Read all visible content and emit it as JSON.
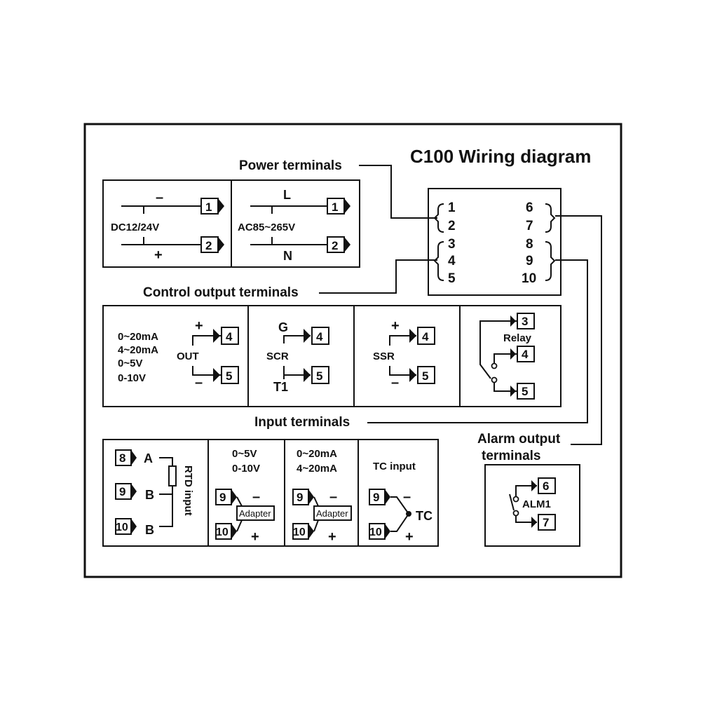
{
  "title": "C100 Wiring diagram",
  "callouts": {
    "power": "Power terminals",
    "control": "Control output terminals",
    "input": "Input terminals",
    "alarm_line1": "Alarm output",
    "alarm_line2": "terminals"
  },
  "summary": {
    "left": [
      "1",
      "2",
      "3",
      "4",
      "5"
    ],
    "right": [
      "6",
      "7",
      "8",
      "9",
      "10"
    ]
  },
  "power": {
    "dc": {
      "minus": "–",
      "plus": "+",
      "label": "DC12/24V",
      "t1": "1",
      "t2": "2"
    },
    "ac": {
      "top": "L",
      "bottom": "N",
      "label": "AC85~265V",
      "t1": "1",
      "t2": "2"
    }
  },
  "control": {
    "out": {
      "ranges": [
        "0~20mA",
        "4~20mA",
        "0~5V",
        "0-10V"
      ],
      "label": "OUT",
      "plus": "+",
      "minus": "–",
      "t1": "4",
      "t2": "5"
    },
    "scr": {
      "g": "G",
      "label": "SCR",
      "t1_label": "T1",
      "t1": "4",
      "t2": "5"
    },
    "ssr": {
      "label": "SSR",
      "plus": "+",
      "minus": "–",
      "t1": "4",
      "t2": "5"
    },
    "relay": {
      "label": "Relay",
      "t1": "3",
      "t2": "4",
      "t3": "5"
    }
  },
  "input": {
    "rtd": {
      "t1": "8",
      "t2": "9",
      "t3": "10",
      "a": "A",
      "b1": "B",
      "b2": "B",
      "label": "RTD input"
    },
    "volt": {
      "line1": "0~5V",
      "line2": "0-10V",
      "adapter": "Adapter",
      "minus": "–",
      "plus": "+",
      "t1": "9",
      "t2": "10"
    },
    "curr": {
      "line1": "0~20mA",
      "line2": "4~20mA",
      "adapter": "Adapter",
      "minus": "–",
      "plus": "+",
      "t1": "9",
      "t2": "10"
    },
    "tc": {
      "label": "TC input",
      "tc": "TC",
      "minus": "–",
      "plus": "+",
      "t1": "9",
      "t2": "10"
    }
  },
  "alarm": {
    "label": "ALM1",
    "t1": "6",
    "t2": "7"
  }
}
